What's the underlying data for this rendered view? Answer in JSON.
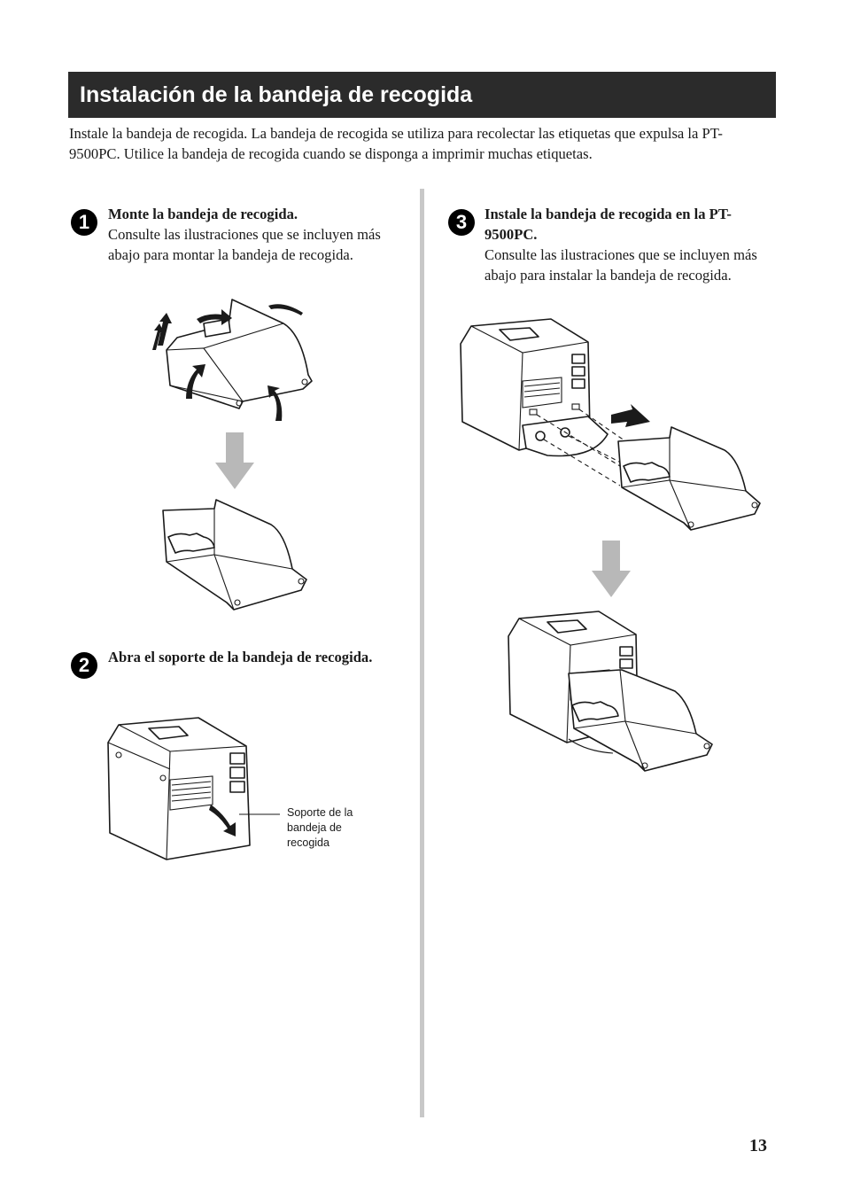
{
  "section": {
    "title": "Instalación de la bandeja de recogida",
    "intro": "Instale la bandeja de recogida. La bandeja de recogida se utiliza para recolectar las etiquetas que expulsa la PT-9500PC. Utilice la bandeja de recogida cuando se disponga a imprimir muchas etiquetas."
  },
  "steps": [
    {
      "number": "1",
      "heading": "Monte la bandeja de recogida.",
      "body": "Consulte las ilustraciones que se incluyen más abajo para montar la bandeja de recogida."
    },
    {
      "number": "2",
      "heading": "Abra el soporte de la bandeja de recogida.",
      "body": ""
    },
    {
      "number": "3",
      "heading": "Instale la bandeja de recogida en la PT-9500PC.",
      "body": "Consulte las ilustraciones que se incluyen más abajo para instalar la bandeja de recogida."
    }
  ],
  "callout_label": "Soporte de la bandeja de recogida",
  "page_number": "13",
  "colors": {
    "title_bar": "#2b2b2b",
    "divider": "#c8c8c8",
    "arrow_grey": "#b8b8b8"
  },
  "icons": [
    "step-1-badge",
    "step-2-badge",
    "step-3-badge",
    "down-arrow-icon",
    "insert-arrow-icon"
  ]
}
